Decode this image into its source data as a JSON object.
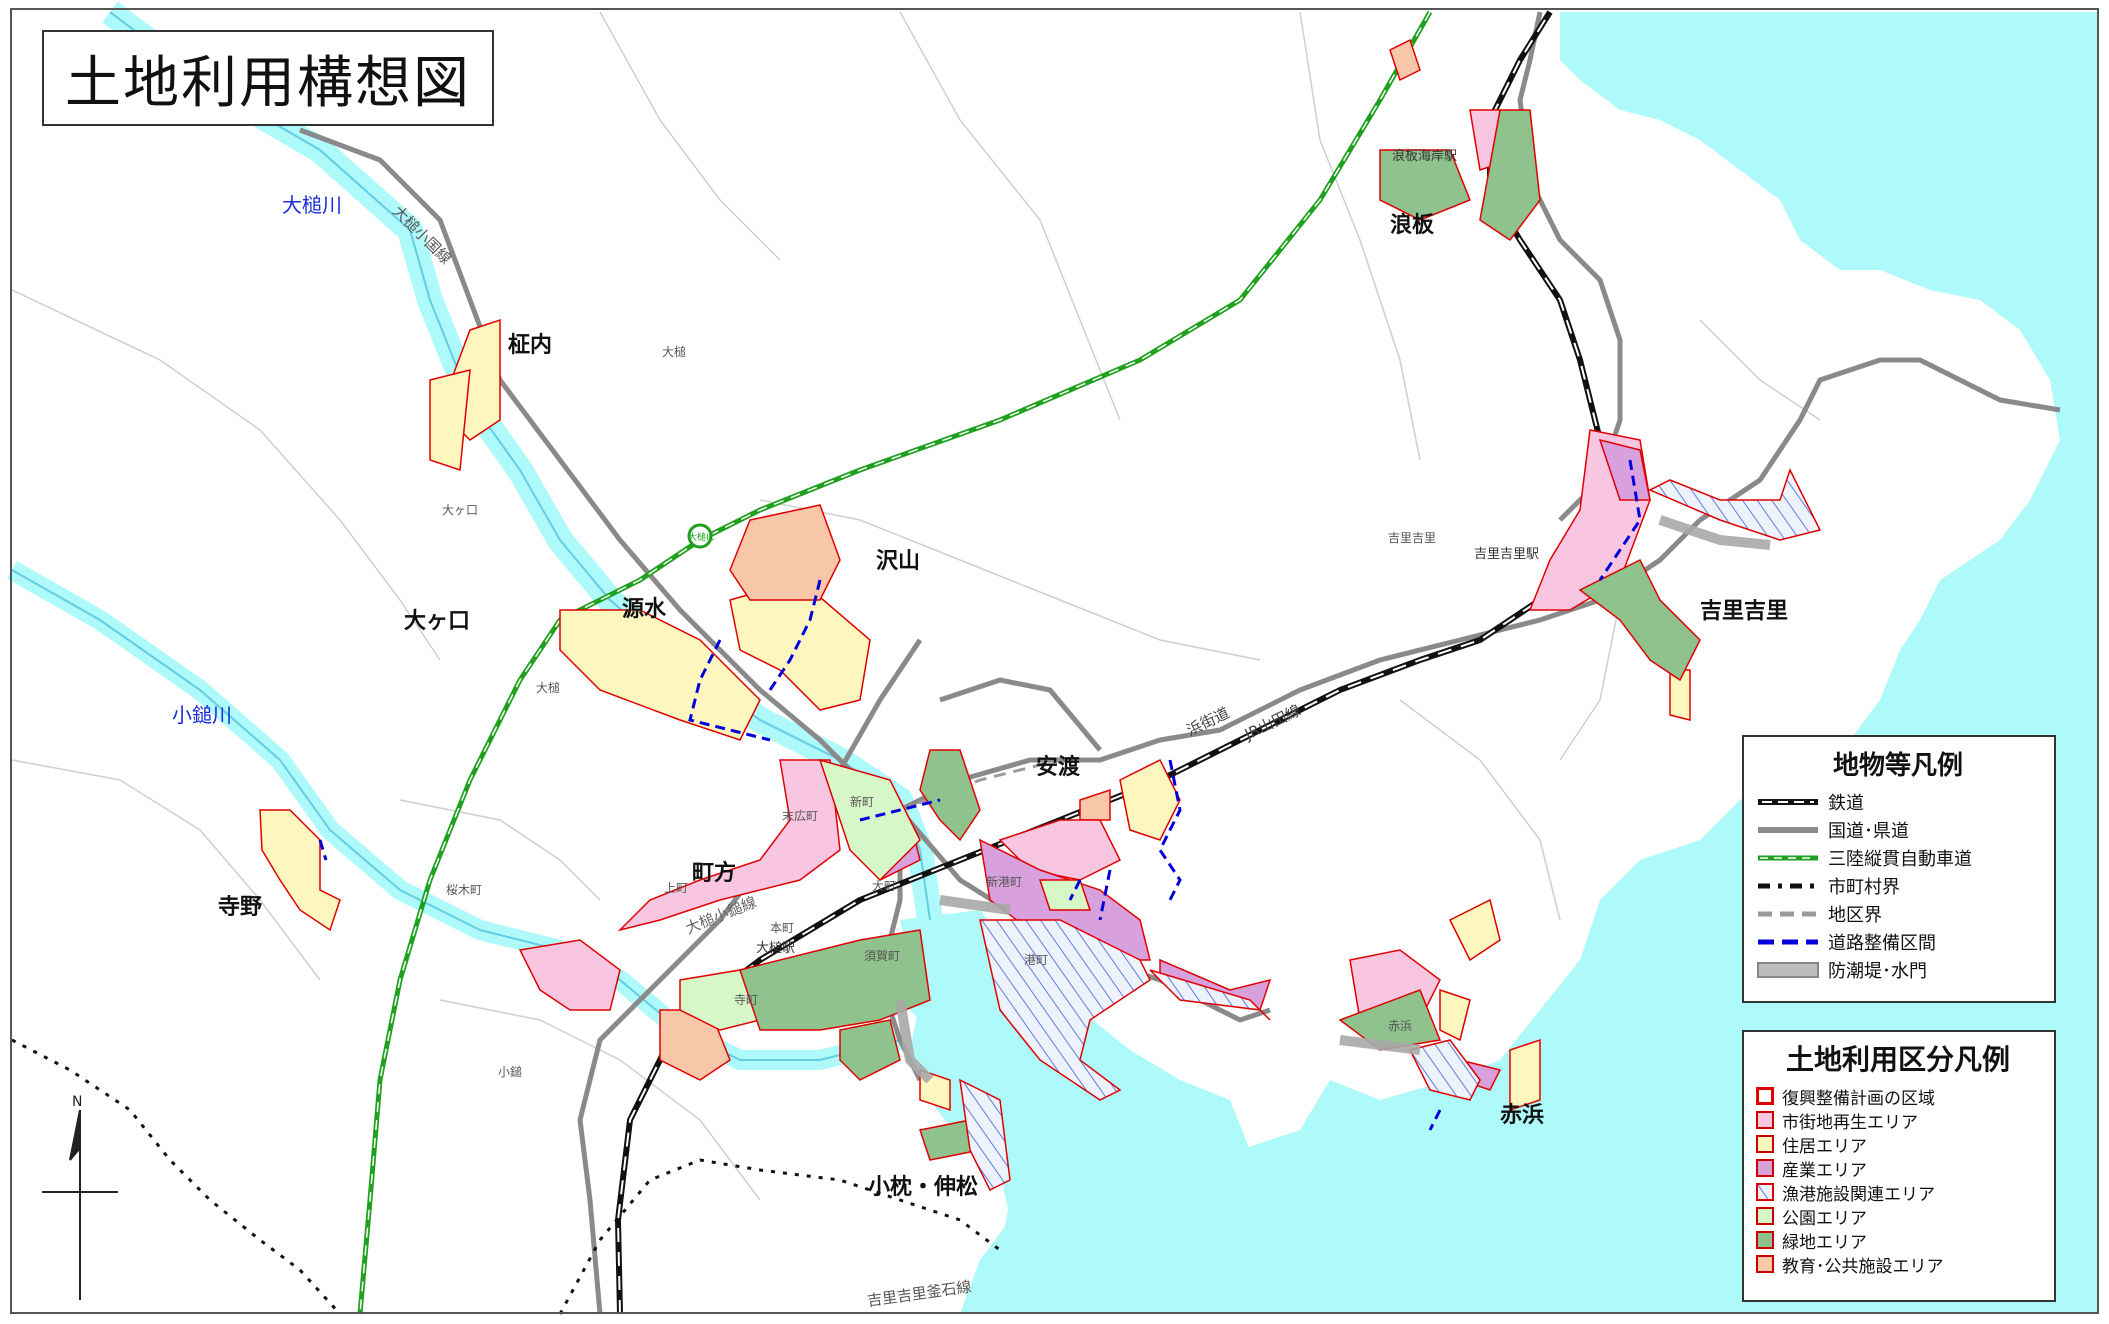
{
  "title": "土地利用構想図",
  "labels": {
    "rivers": {
      "otsuchi": "大槌川",
      "kozuchi": "小鎚川"
    },
    "districts": {
      "masakinai": "柾内",
      "naminoita": "浪板",
      "sawayama": "沢山",
      "minamoto": "源水",
      "ogakuchi": "大ヶ口",
      "ando": "安渡",
      "machikata": "町方",
      "terano": "寺野",
      "kirikiri": "吉里吉里",
      "akahama": "赤浜",
      "komakura": "小枕・伸松"
    },
    "small": {
      "otsuchi_area": "大槌",
      "ogakuchi_area": "大ヶ口",
      "otsuchi_area2": "大槌",
      "kirikiri_area": "吉里吉里",
      "naminoita_station": "浪板海岸駅",
      "kirikiri_station": "吉里吉里駅",
      "otsuchi_station": "大槌駅",
      "suehiro": "末広町",
      "shinmachi": "新町",
      "ohcho": "大町",
      "kamicho": "上町",
      "sakuragi": "桜木町",
      "honcho": "本町",
      "sakaicho": "須賀町",
      "shinko": "新港町",
      "minato": "港町",
      "akahama_area": "赤浜",
      "kozuchi_area": "小鎚",
      "teramachi": "寺町",
      "ic": "大槌IC",
      "north": "N"
    },
    "roads": {
      "hama_kaido": "浜街道",
      "jr_yamada": "JR山田線",
      "otsuchi_kozuchi": "大槌小鎚線",
      "otsuchi_kozuchi2": "大槌小国線",
      "kirikiri_kamaishi": "吉里吉里釜石線"
    }
  },
  "colors": {
    "sea": "#aef9fa",
    "river": "#aef9fa",
    "urban_regen": "#f9c6e2",
    "residential": "#fdf6bf",
    "industrial": "#d8a0dd",
    "fishing_port": "#dfe6fb",
    "park": "#d6f7c8",
    "green": "#8fc28c",
    "public": "#f8c6a8",
    "boundary_red": "#e00000",
    "road_gray": "#8a8a8a",
    "expressway_green": "#1fa01f",
    "road_works_blue": "#0000dd"
  },
  "legend_features": {
    "title": "地物等凡例",
    "items": [
      {
        "label": "鉄道",
        "icon": "railway-icon"
      },
      {
        "label": "国道･県道",
        "icon": "national-road-icon"
      },
      {
        "label": "三陸縦貫自動車道",
        "icon": "expressway-icon"
      },
      {
        "label": "市町村界",
        "icon": "municipal-boundary-icon"
      },
      {
        "label": "地区界",
        "icon": "district-boundary-icon"
      },
      {
        "label": "道路整備区間",
        "icon": "road-works-icon"
      },
      {
        "label": "防潮堤･水門",
        "icon": "seawall-icon"
      }
    ]
  },
  "legend_landuse": {
    "title": "土地利用区分凡例",
    "items": [
      {
        "label": "復興整備計画の区域",
        "icon": "plan-area-icon"
      },
      {
        "label": "市街地再生エリア",
        "icon": "urban-regen-icon"
      },
      {
        "label": "住居エリア",
        "icon": "residential-icon"
      },
      {
        "label": "産業エリア",
        "icon": "industrial-icon"
      },
      {
        "label": "漁港施設関連エリア",
        "icon": "fishing-port-icon"
      },
      {
        "label": "公園エリア",
        "icon": "park-icon"
      },
      {
        "label": "緑地エリア",
        "icon": "green-icon"
      },
      {
        "label": "教育･公共施設エリア",
        "icon": "public-facility-icon"
      }
    ]
  }
}
